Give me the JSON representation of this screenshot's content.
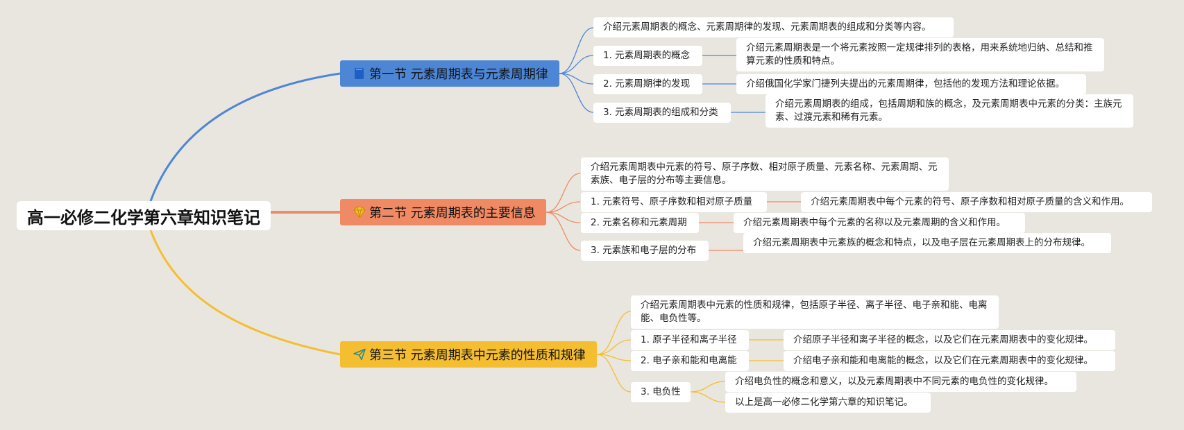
{
  "title": "高一必修二化学第六章知识笔记",
  "colors": {
    "background": "#e8e6df",
    "blue": "#4e86d6",
    "orange": "#f08a64",
    "yellow": "#f5bd30"
  },
  "sections": [
    {
      "label": "第一节 元素周期表与元素周期律",
      "icon": "book-icon",
      "summary": "介绍元素周期表的概念、元素周期律的发现、元素周期表的组成和分类等内容。",
      "topics": [
        {
          "label": "1. 元素周期表的概念",
          "detail": "介绍元素周期表是一个将元素按照一定规律排列的表格，用来系统地归纳、总结和推算元素的性质和特点。"
        },
        {
          "label": "2. 元素周期律的发现",
          "detail": "介绍俄国化学家门捷列夫提出的元素周期律，包括他的发现方法和理论依据。"
        },
        {
          "label": "3. 元素周期表的组成和分类",
          "detail": "介绍元素周期表的组成，包括周期和族的概念，及元素周期表中元素的分类：主族元素、过渡元素和稀有元素。"
        }
      ]
    },
    {
      "label": "第二节 元素周期表的主要信息",
      "icon": "diamond-icon",
      "summary": "介绍元素周期表中元素的符号、原子序数、相对原子质量、元素名称、元素周期、元素族、电子层的分布等主要信息。",
      "topics": [
        {
          "label": "1. 元素符号、原子序数和相对原子质量",
          "detail": "介绍元素周期表中每个元素的符号、原子序数和相对原子质量的含义和作用。"
        },
        {
          "label": "2. 元素名称和元素周期",
          "detail": "介绍元素周期表中每个元素的名称以及元素周期的含义和作用。"
        },
        {
          "label": "3. 元素族和电子层的分布",
          "detail": "介绍元素周期表中元素族的概念和特点，以及电子层在元素周期表上的分布规律。"
        }
      ]
    },
    {
      "label": "第三节 元素周期表中元素的性质和规律",
      "icon": "paper-plane-icon",
      "summary": "介绍元素周期表中元素的性质和规律，包括原子半径、离子半径、电子亲和能、电离能、电负性等。",
      "topics": [
        {
          "label": "1. 原子半径和离子半径",
          "detail": "介绍原子半径和离子半径的概念，以及它们在元素周期表中的变化规律。"
        },
        {
          "label": "2. 电子亲和能和电离能",
          "detail": "介绍电子亲和能和电离能的概念，以及它们在元素周期表中的变化规律。"
        },
        {
          "label": "3. 电负性",
          "detail": "介绍电负性的概念和意义，以及元素周期表中不同元素的电负性的变化规律。",
          "detail2": "以上是高一必修二化学第六章的知识笔记。"
        }
      ]
    }
  ]
}
